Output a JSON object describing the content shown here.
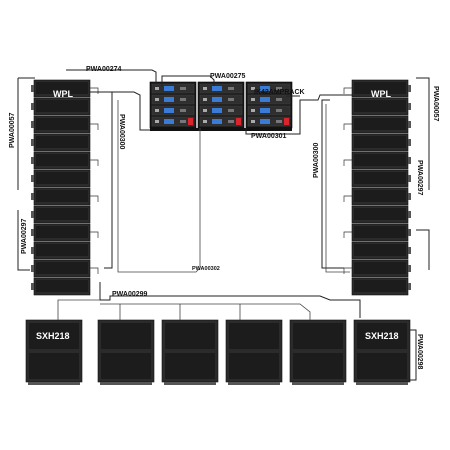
{
  "devices": {
    "left_array_label": "WPL",
    "right_array_label": "WPL",
    "left_sub_label": "SXH218",
    "right_sub_label": "SXH218",
    "amp_rack_label": "IK42AMPRACK"
  },
  "cables": {
    "top_left": "PWA00274",
    "top_center": "PWA00275",
    "right_amp": "PWA00301",
    "left_outer": "PWA00057",
    "left_lower": "PWA00297",
    "left_inner": "PWA00300",
    "right_outer": "PWA00057",
    "right_mid": "PWA00297",
    "right_inner": "PWA00300",
    "center_sub": "PWA00302",
    "sub_bus": "PWA00299",
    "right_sub": "PWA00298"
  },
  "colors": {
    "cabinet": "#2b2b2b",
    "cabinet_dark": "#1c1c1c",
    "cable": "#222222",
    "amp_led": "#d9262c",
    "amp_screen": "#3a7bd5"
  }
}
